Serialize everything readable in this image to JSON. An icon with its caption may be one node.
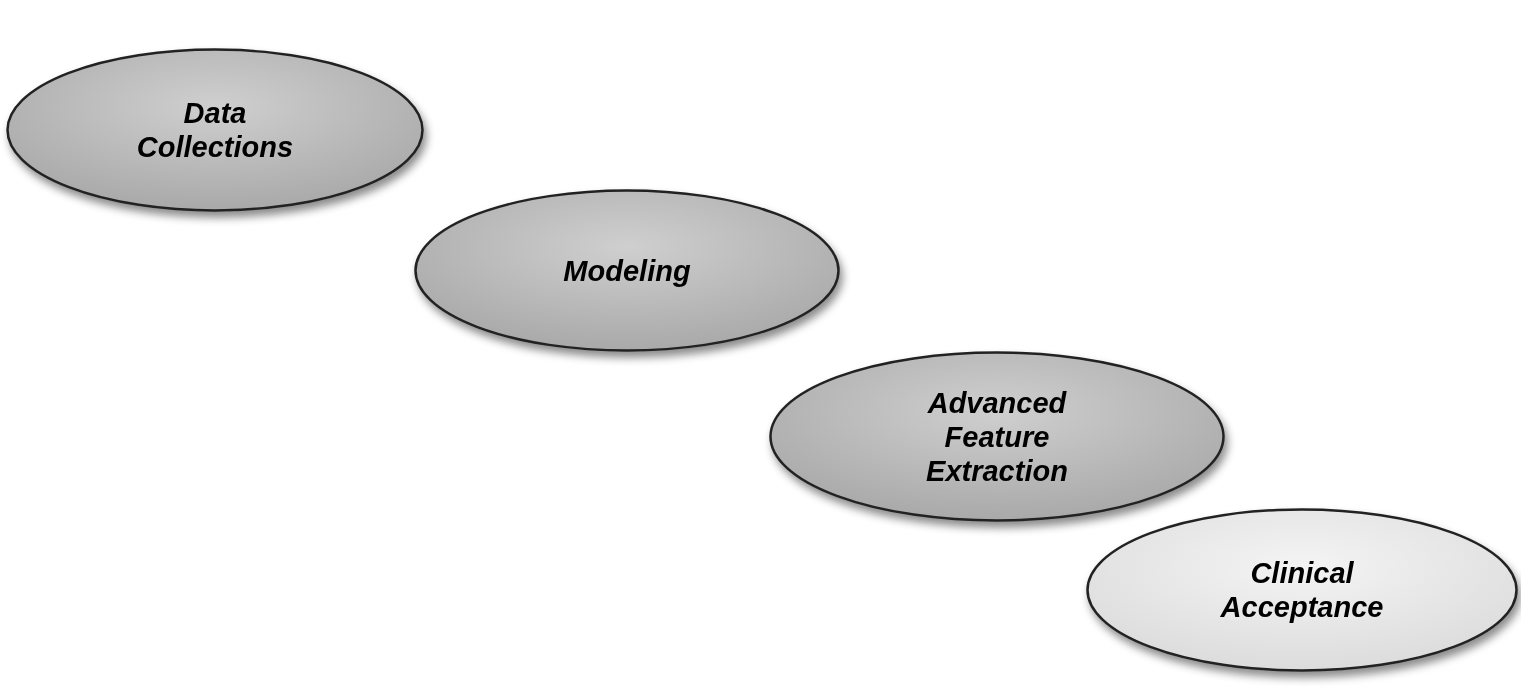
{
  "diagram": {
    "nodes": [
      {
        "text": [
          "Data Collections"
        ]
      },
      {
        "text": [
          "Modeling"
        ]
      },
      {
        "text": [
          "Advanced Feature Extraction"
        ]
      },
      {
        "text": [
          "Clinical Acceptance"
        ]
      }
    ]
  }
}
